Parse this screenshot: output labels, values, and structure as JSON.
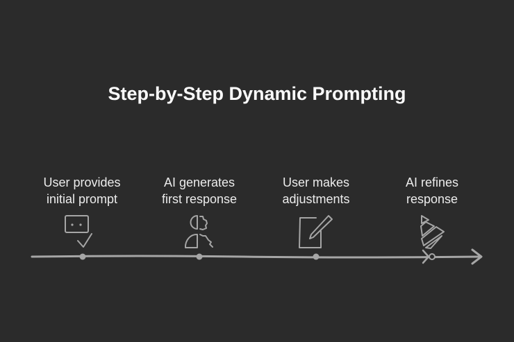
{
  "title": "Step-by-Step Dynamic Prompting",
  "steps": [
    {
      "line1": "User provides",
      "line2": "initial prompt",
      "icon": "chat-check-icon"
    },
    {
      "line1": "AI generates",
      "line2": "first response",
      "icon": "person-gear-icon"
    },
    {
      "line1": "User makes",
      "line2": "adjustments",
      "icon": "note-pencil-icon"
    },
    {
      "line1": "AI refines",
      "line2": "response",
      "icon": "striped-triangle-icon"
    }
  ],
  "colors": {
    "background": "#2b2b2b",
    "stroke": "#a6a6a6",
    "text": "#ececec"
  }
}
